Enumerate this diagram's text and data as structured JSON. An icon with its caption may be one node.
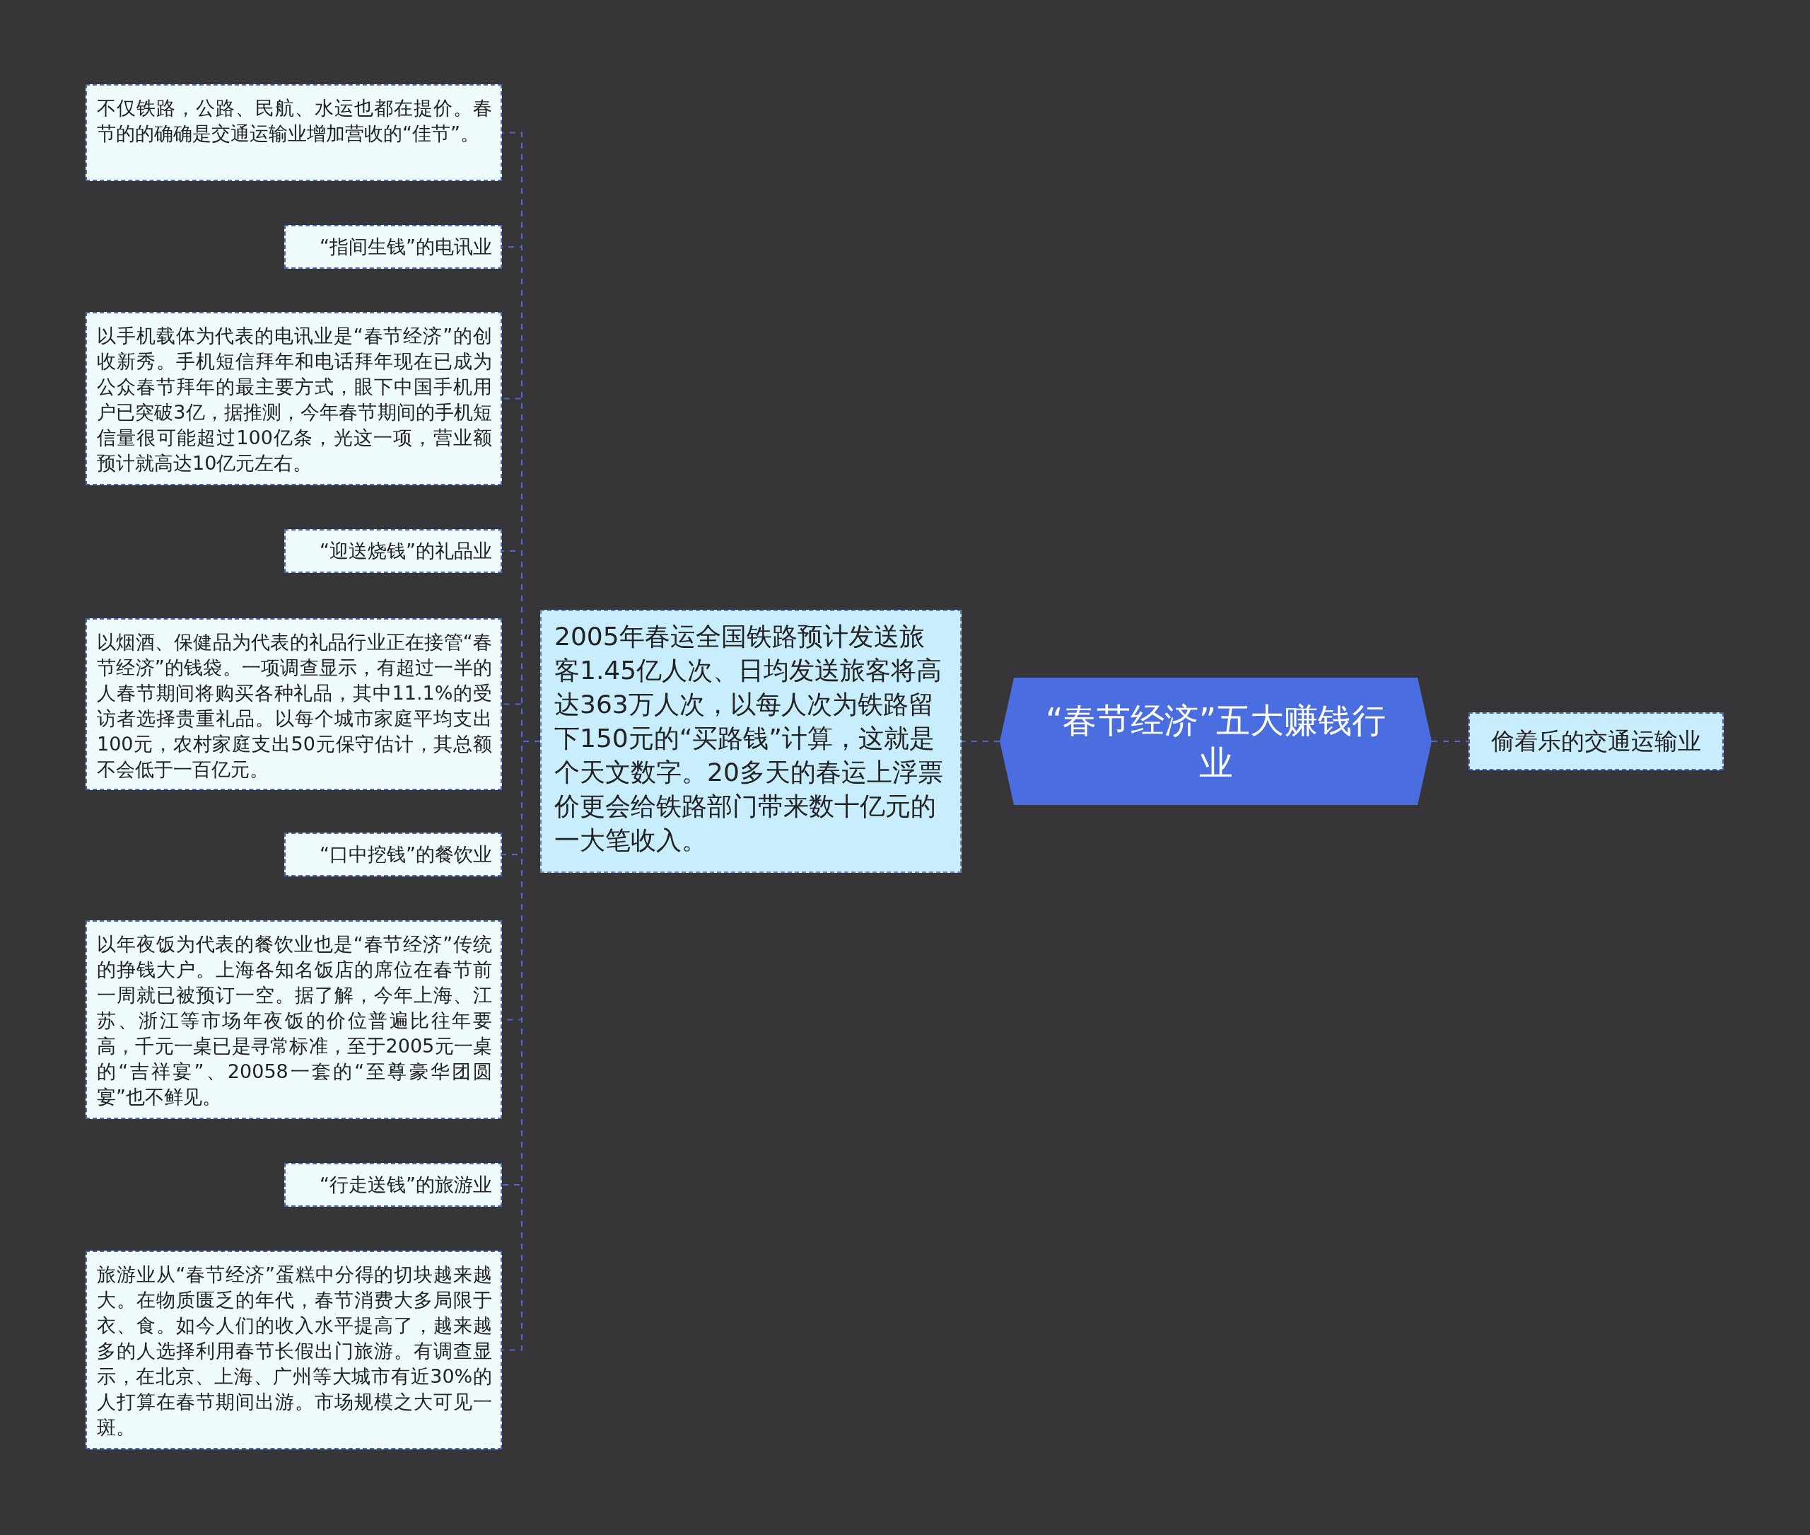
{
  "diagram": {
    "nodes": [
      {
        "text": [
          "“春节经济”五大赚钱行业"
        ]
      },
      {
        "text": [
          "2005年春运全国铁路预计发送旅客1.45亿人次、日均发送旅客将高达363万人次，以每人次为铁路留下150元的“买路钱”计算，这就是个天文数字。20多天的春运上浮票价更会给铁路部门带来数十亿元的一大笔收入。"
        ]
      },
      {
        "text": [
          "不仅铁路，公路、民航、水运也都在提价。春节的的确确是交通运输业增加营收的“佳节”。"
        ]
      },
      {
        "text": [
          "“指间生钱”的电讯业"
        ]
      },
      {
        "text": [
          "以手机载体为代表的电讯业是“春节经济”的创收新秀。手机短信拜年和电话拜年现在已成为公众春节拜年的最主要方式，眼下中国手机用户已突破3亿，据推测，今年春节期间的手机短信量很可能超过100亿条，光这一项，营业额预计就高达10亿元左右。"
        ]
      },
      {
        "text": [
          "“迎送烧钱”的礼品业"
        ]
      },
      {
        "text": [
          "以烟酒、保健品为代表的礼品行业正在接管“春节经济”的钱袋。一项调查显示，有超过一半的人春节期间将购买各种礼品，其中11.1%的受访者选择贵重礼品。以每个城市家庭平均支出100元，农村家庭支出50元保守估计，其总额不会低于一百亿元。"
        ]
      },
      {
        "text": [
          "“口中挖钱”的餐饮业"
        ]
      },
      {
        "text": [
          "以年夜饭为代表的餐饮业也是“春节经济”传统的挣钱大户。上海各知名饭店的席位在春节前一周就已被预订一空。据了解，今年上海、江苏、浙江等市场年夜饭的价位普遍比往年要高，千元一桌已是寻常标准，至于2005元一桌的“吉祥宴”、20058一套的“至尊豪华团圆宴”也不鲜见。"
        ]
      },
      {
        "text": [
          "“行走送钱”的旅游业"
        ]
      },
      {
        "text": [
          "旅游业从“春节经济”蛋糕中分得的切块越来越大。在物质匮乏的年代，春节消费大多局限于衣、食。如今人们的收入水平提高了，越来越多的人选择利用春节长假出门旅游。有调查显示，在北京、上海、广州等大城市有近30%的人打算在春节期间出游。市场规模之大可见一斑。"
        ]
      },
      {
        "text": [
          "偷着乐的交通运输业"
        ]
      }
    ],
    "edges": [
      {
        "from": 0,
        "to": 1,
        "arrow": "none"
      },
      {
        "from": 0,
        "to": 11,
        "arrow": "none"
      },
      {
        "from": 1,
        "to": 2,
        "arrow": "none"
      },
      {
        "from": 1,
        "to": 3,
        "arrow": "none"
      },
      {
        "from": 1,
        "to": 4,
        "arrow": "none"
      },
      {
        "from": 1,
        "to": 5,
        "arrow": "none"
      },
      {
        "from": 1,
        "to": 6,
        "arrow": "none"
      },
      {
        "from": 1,
        "to": 7,
        "arrow": "none"
      },
      {
        "from": 1,
        "to": 8,
        "arrow": "none"
      },
      {
        "from": 1,
        "to": 9,
        "arrow": "none"
      },
      {
        "from": 1,
        "to": 10,
        "arrow": "none"
      }
    ]
  }
}
